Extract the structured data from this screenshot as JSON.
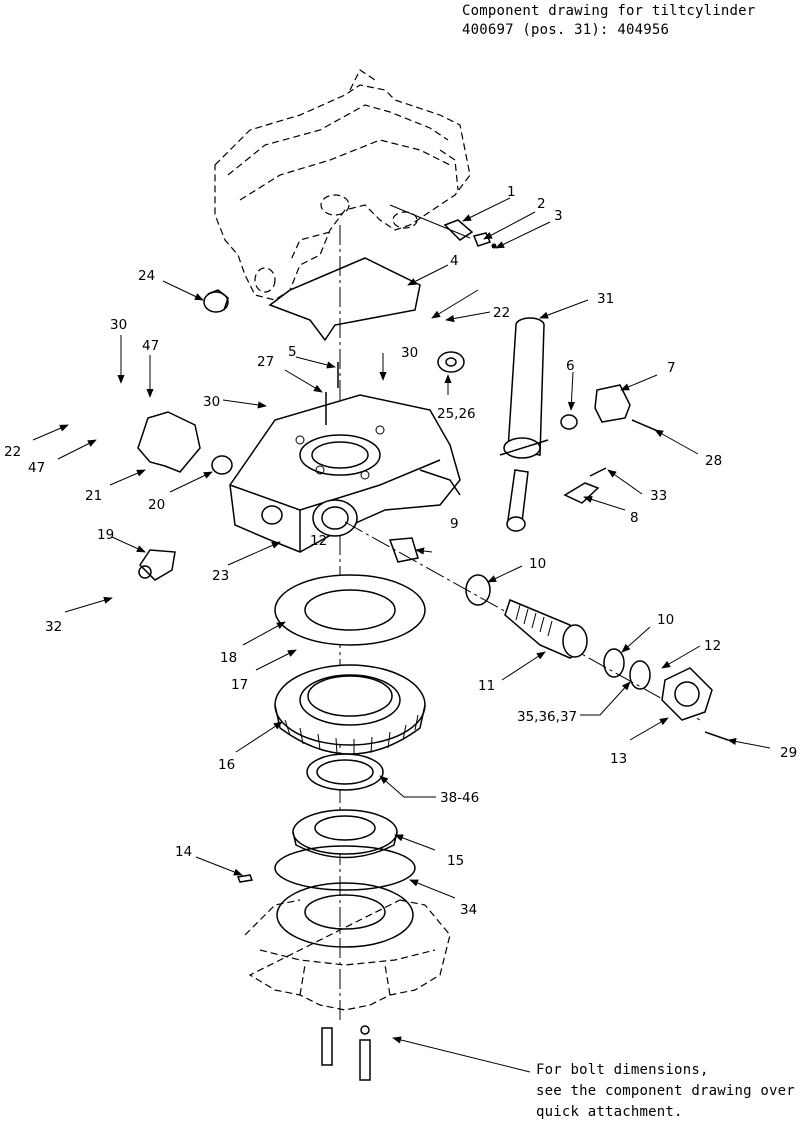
{
  "header": {
    "line1": "Component drawing for tiltcylinder",
    "line2": "400697 (pos. 31): 404956"
  },
  "footnote": {
    "line1": "For bolt dimensions,",
    "line2": "see the component drawing over",
    "line3": "quick attachment."
  },
  "callouts": [
    {
      "id": "1",
      "label": "1"
    },
    {
      "id": "2",
      "label": "2"
    },
    {
      "id": "3",
      "label": "3"
    },
    {
      "id": "4",
      "label": "4"
    },
    {
      "id": "5",
      "label": "5"
    },
    {
      "id": "6",
      "label": "6"
    },
    {
      "id": "7",
      "label": "7"
    },
    {
      "id": "8",
      "label": "8"
    },
    {
      "id": "9",
      "label": "9"
    },
    {
      "id": "10a",
      "label": "10"
    },
    {
      "id": "10b",
      "label": "10"
    },
    {
      "id": "11",
      "label": "11"
    },
    {
      "id": "12a",
      "label": "12"
    },
    {
      "id": "12b",
      "label": "12"
    },
    {
      "id": "13",
      "label": "13"
    },
    {
      "id": "14",
      "label": "14"
    },
    {
      "id": "15",
      "label": "15"
    },
    {
      "id": "16",
      "label": "16"
    },
    {
      "id": "17",
      "label": "17"
    },
    {
      "id": "18",
      "label": "18"
    },
    {
      "id": "19",
      "label": "19"
    },
    {
      "id": "20",
      "label": "20"
    },
    {
      "id": "21",
      "label": "21"
    },
    {
      "id": "22a",
      "label": "22"
    },
    {
      "id": "22b",
      "label": "22"
    },
    {
      "id": "23",
      "label": "23"
    },
    {
      "id": "24",
      "label": "24"
    },
    {
      "id": "25_26",
      "label": "25,26"
    },
    {
      "id": "27",
      "label": "27"
    },
    {
      "id": "28",
      "label": "28"
    },
    {
      "id": "29",
      "label": "29"
    },
    {
      "id": "30a",
      "label": "30"
    },
    {
      "id": "30b",
      "label": "30"
    },
    {
      "id": "30c",
      "label": "30"
    },
    {
      "id": "31",
      "label": "31"
    },
    {
      "id": "32",
      "label": "32"
    },
    {
      "id": "33",
      "label": "33"
    },
    {
      "id": "34",
      "label": "34"
    },
    {
      "id": "35_37",
      "label": "35,36,37"
    },
    {
      "id": "38_46",
      "label": "38-46"
    },
    {
      "id": "47a",
      "label": "47"
    },
    {
      "id": "47b",
      "label": "47"
    }
  ]
}
